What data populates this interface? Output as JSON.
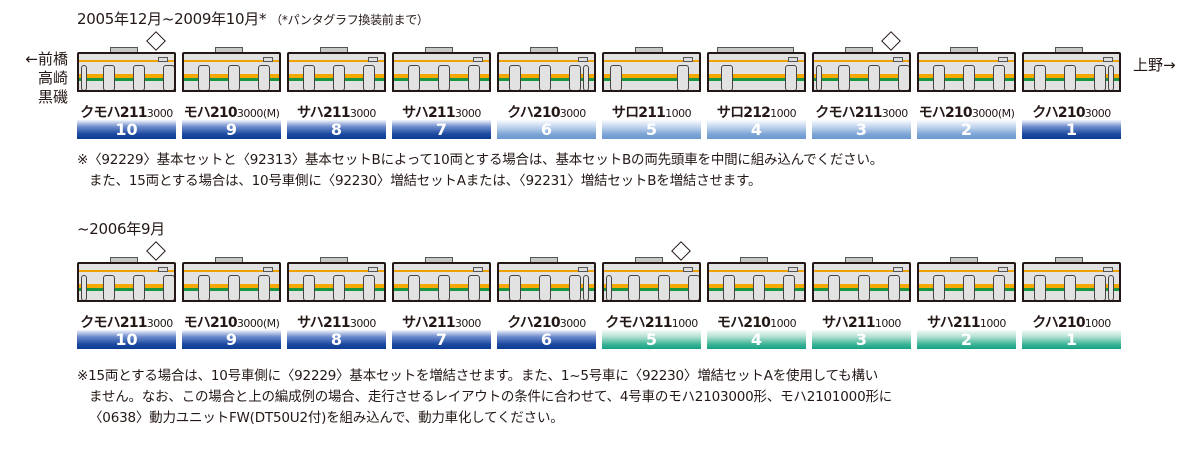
{
  "formation_a": {
    "title": "2005年12月~2009年10月*",
    "title_note": "（*パンタグラフ換装前まで）",
    "cars": [
      {
        "num": "10",
        "name": "クモハ211",
        "series": "3000",
        "suffix": "",
        "bar": "dark",
        "panto": true,
        "type": "cab-left"
      },
      {
        "num": "9",
        "name": "モハ210",
        "series": "3000",
        "suffix": "(M)",
        "bar": "dark",
        "panto": false,
        "type": "mid"
      },
      {
        "num": "8",
        "name": "サハ211",
        "series": "3000",
        "suffix": "",
        "bar": "dark",
        "panto": false,
        "type": "mid"
      },
      {
        "num": "7",
        "name": "サハ211",
        "series": "3000",
        "suffix": "",
        "bar": "dark",
        "panto": false,
        "type": "mid"
      },
      {
        "num": "6",
        "name": "クハ210",
        "series": "3000",
        "suffix": "",
        "bar": "light",
        "panto": false,
        "type": "cab-right"
      },
      {
        "num": "5",
        "name": "サロ211",
        "series": "1000",
        "suffix": "",
        "bar": "light",
        "panto": false,
        "type": "green"
      },
      {
        "num": "4",
        "name": "サロ212",
        "series": "1000",
        "suffix": "",
        "bar": "light",
        "panto": false,
        "type": "green-dd"
      },
      {
        "num": "3",
        "name": "クモハ211",
        "series": "3000",
        "suffix": "",
        "bar": "light",
        "panto": true,
        "type": "cab-left"
      },
      {
        "num": "2",
        "name": "モハ210",
        "series": "3000",
        "suffix": "(M)",
        "bar": "light",
        "panto": false,
        "type": "mid"
      },
      {
        "num": "1",
        "name": "クハ210",
        "series": "3000",
        "suffix": "",
        "bar": "dark",
        "panto": false,
        "type": "cab-right"
      }
    ],
    "notes": [
      "※〈92229〉基本セットと〈92313〉基本セットBによって10両とする場合は、基本セットBの両先頭車を中間に組み込んでください。",
      "また、15両とする場合は、10号車側に〈92230〉増結セットAまたは、〈92231〉増結セットBを増結させます。"
    ]
  },
  "direction": {
    "left_lines": [
      "←前橋",
      "高崎",
      "黒磯"
    ],
    "right": "上野→"
  },
  "formation_b": {
    "title": "~2006年9月",
    "cars": [
      {
        "num": "10",
        "name": "クモハ211",
        "series": "3000",
        "suffix": "",
        "bar": "dark",
        "panto": true,
        "type": "cab-left"
      },
      {
        "num": "9",
        "name": "モハ210",
        "series": "3000",
        "suffix": "(M)",
        "bar": "dark",
        "panto": false,
        "type": "mid"
      },
      {
        "num": "8",
        "name": "サハ211",
        "series": "3000",
        "suffix": "",
        "bar": "dark",
        "panto": false,
        "type": "mid"
      },
      {
        "num": "7",
        "name": "サハ211",
        "series": "3000",
        "suffix": "",
        "bar": "dark",
        "panto": false,
        "type": "mid"
      },
      {
        "num": "6",
        "name": "クハ210",
        "series": "3000",
        "suffix": "",
        "bar": "dark",
        "panto": false,
        "type": "cab-right"
      },
      {
        "num": "5",
        "name": "クモハ211",
        "series": "1000",
        "suffix": "",
        "bar": "green",
        "panto": true,
        "type": "cab-left"
      },
      {
        "num": "4",
        "name": "モハ210",
        "series": "1000",
        "suffix": "",
        "bar": "green",
        "panto": false,
        "type": "mid"
      },
      {
        "num": "3",
        "name": "サハ211",
        "series": "1000",
        "suffix": "",
        "bar": "green",
        "panto": false,
        "type": "mid"
      },
      {
        "num": "2",
        "name": "サハ211",
        "series": "1000",
        "suffix": "",
        "bar": "green",
        "panto": false,
        "type": "mid"
      },
      {
        "num": "1",
        "name": "クハ210",
        "series": "1000",
        "suffix": "",
        "bar": "green",
        "panto": false,
        "type": "cab-right"
      }
    ],
    "notes": [
      "※15両とする場合は、10号車側に〈92229〉基本セットを増結させます。また、1~5号車に〈92230〉増結セットAを使用しても構い",
      "ません。なお、この場合と上の編成例の場合、走行させるレイアウトの条件に合わせて、4号車のモハ2103000形、モハ2101000形に",
      "〈0638〉動力ユニットFW(DT50U2付)を組み込んで、動力車化してください。"
    ]
  },
  "colors": {
    "orange_stripe": "#f5a800",
    "green_stripe": "#1a9641",
    "bar_dark": "#0b3c91",
    "bar_light": "#6b98d0",
    "bar_green": "#17a084"
  }
}
